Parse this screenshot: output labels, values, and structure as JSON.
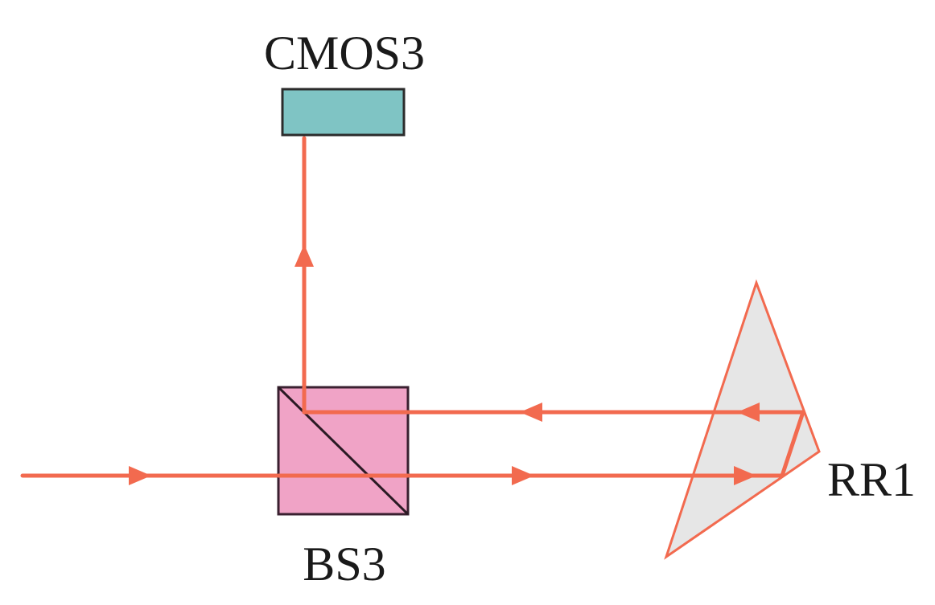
{
  "labels": {
    "camera": "CMOS3",
    "beam_splitter": "BS3",
    "retroreflector": "RR1"
  },
  "colors": {
    "beam": "#f26a4f",
    "camera_fill": "#7fc4c4",
    "camera_stroke": "#2b2b2b",
    "beam_splitter_fill": "#f0a3c6",
    "beam_splitter_stroke": "#3a2030",
    "retroreflector_fill": "#e6e6e6",
    "retroreflector_stroke": "#f26a4f"
  }
}
